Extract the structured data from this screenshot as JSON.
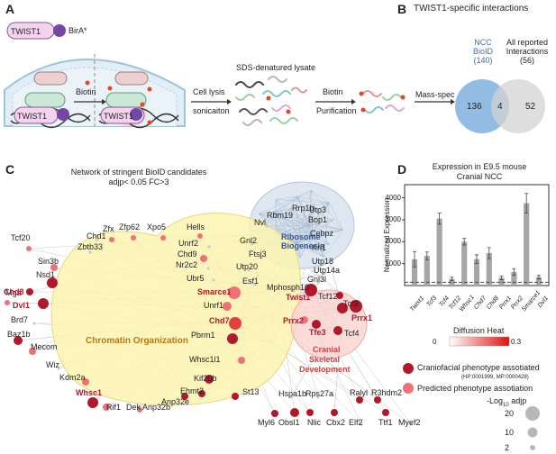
{
  "colors": {
    "cranio": "#b0182b",
    "predicted": "#f07078",
    "chromatin_hull": "#fbf3b0",
    "skeletal_hull": "#f9d3d0",
    "ribosome_hull": "#dfe8f2",
    "venn_blue": "#7fb0de",
    "venn_grey": "#d7d7d7",
    "bar": "#a6a6a6",
    "threshold": "#9b2b2b"
  },
  "panelA": {
    "letter": "A",
    "protein": "TWIST1",
    "tag": "BirA*",
    "biotin": "Biotin",
    "step1a": "Cell lysis",
    "step1b": "sonicaiton",
    "lysate": "SDS-denatured lysate",
    "step2a": "Biotin",
    "step2b": "Purification",
    "step3": "Mass-spec"
  },
  "panelB": {
    "letter": "B",
    "title": "TWIST1-specific interactions",
    "left_label": [
      "NCC",
      "BioID",
      "(140)"
    ],
    "right_label": [
      "All reported",
      "Interactions",
      "(56)"
    ],
    "left_only": "136",
    "overlap": "4",
    "right_only": "52"
  },
  "panelC": {
    "letter": "C",
    "title1": "Network of stringent BioID candidates",
    "title2": "adjp< 0.05 FC>3",
    "cluster_chromatin": "Chromatin Organization",
    "cluster_ribosome1": "Ribosome",
    "cluster_ribosome2": "Biogenesis",
    "cluster_skeletal1": "Cranial",
    "cluster_skeletal2": "Skeletal",
    "cluster_skeletal3": "Development",
    "nodes": [
      {
        "label": "Tcf20",
        "type": "plain"
      },
      {
        "label": "Chd1",
        "type": "plain"
      },
      {
        "label": "Zfx",
        "type": "plain"
      },
      {
        "label": "Zfp62",
        "type": "plain"
      },
      {
        "label": "Xpo5",
        "type": "plain"
      },
      {
        "label": "Hells",
        "type": "plain"
      },
      {
        "label": "Zbtb33",
        "type": "plain"
      },
      {
        "label": "Unrf2",
        "type": "plain"
      },
      {
        "label": "Sin3b",
        "type": "plain"
      },
      {
        "label": "Chd9",
        "type": "plain"
      },
      {
        "label": "Nsd1",
        "type": "plain"
      },
      {
        "label": "Nr2c2",
        "type": "plain"
      },
      {
        "label": "Ubr5",
        "type": "plain"
      },
      {
        "label": "Mga",
        "type": "plain"
      },
      {
        "label": "Chd8",
        "type": "cranio"
      },
      {
        "label": "Dvl1",
        "type": "cranio"
      },
      {
        "label": "Smarce1",
        "type": "cranio"
      },
      {
        "label": "Brd7",
        "type": "plain"
      },
      {
        "label": "Unrf1",
        "type": "plain"
      },
      {
        "label": "Chd7",
        "type": "cranio"
      },
      {
        "label": "Baz1b",
        "type": "plain"
      },
      {
        "label": "Mecom",
        "type": "plain"
      },
      {
        "label": "Pbrm1",
        "type": "plain"
      },
      {
        "label": "Wiz",
        "type": "plain"
      },
      {
        "label": "Whsc1l1",
        "type": "plain"
      },
      {
        "label": "Kdm2a",
        "type": "plain"
      },
      {
        "label": "Kif20b",
        "type": "plain"
      },
      {
        "label": "Ehmt2",
        "type": "plain"
      },
      {
        "label": "Whsc1",
        "type": "cranio"
      },
      {
        "label": "Anp32e",
        "type": "plain"
      },
      {
        "label": "Rif1",
        "type": "plain"
      },
      {
        "label": "Dek",
        "type": "plain"
      },
      {
        "label": "Anp32b",
        "type": "plain"
      },
      {
        "label": "St13",
        "type": "plain"
      },
      {
        "label": "Hspa1b",
        "type": "plain"
      },
      {
        "label": "Rps27a",
        "type": "plain"
      },
      {
        "label": "Ralyl",
        "type": "plain"
      },
      {
        "label": "R3hdm2",
        "type": "plain"
      },
      {
        "label": "Myl6",
        "type": "plain"
      },
      {
        "label": "Obsl1",
        "type": "plain"
      },
      {
        "label": "Nlic",
        "type": "plain"
      },
      {
        "label": "Cbx2",
        "type": "plain"
      },
      {
        "label": "Elf2",
        "type": "plain"
      },
      {
        "label": "Ttf1",
        "type": "plain"
      },
      {
        "label": "Myef2",
        "type": "plain"
      },
      {
        "label": "Twist1",
        "type": "cranio"
      },
      {
        "label": "Tcf12",
        "type": "plain"
      },
      {
        "label": "Tcf3",
        "type": "plain"
      },
      {
        "label": "Prrx2",
        "type": "cranio"
      },
      {
        "label": "Prrx1",
        "type": "cranio"
      },
      {
        "label": "Tfe3",
        "type": "cranio"
      },
      {
        "label": "Tcf4",
        "type": "plain"
      },
      {
        "label": "Rrp1b",
        "type": "plain"
      },
      {
        "label": "Utp3",
        "type": "plain"
      },
      {
        "label": "Rbm19",
        "type": "plain"
      },
      {
        "label": "Bop1",
        "type": "plain"
      },
      {
        "label": "Nvl",
        "type": "plain"
      },
      {
        "label": "Cebpz",
        "type": "plain"
      },
      {
        "label": "Gnl2",
        "type": "plain"
      },
      {
        "label": "Kri1",
        "type": "plain"
      },
      {
        "label": "Ftsj3",
        "type": "plain"
      },
      {
        "label": "Utp18",
        "type": "plain"
      },
      {
        "label": "Utp20",
        "type": "plain"
      },
      {
        "label": "Utp14a",
        "type": "plain"
      },
      {
        "label": "Gnl3l",
        "type": "plain"
      },
      {
        "label": "Esf1",
        "type": "plain"
      },
      {
        "label": "Mphosph10",
        "type": "plain"
      }
    ]
  },
  "panelD": {
    "letter": "D",
    "title1": "Expression in E9.5 mouse",
    "title2": "Cranial NCC",
    "ylabel": "Normalized Expression"
  },
  "chart_data": {
    "type": "bar",
    "title": "Expression in E9.5 mouse Cranial NCC",
    "xlabel": "",
    "ylabel": "Normalized Expression",
    "categories": [
      "Twist1",
      "Tcf3",
      "Tcf4",
      "Tcf12",
      "Whsc1",
      "Chd7",
      "Chd8",
      "Prrx1",
      "Prrx2",
      "Smarce1",
      "Dvl1"
    ],
    "values": [
      1200,
      1350,
      3050,
      300,
      2000,
      1200,
      1480,
      350,
      620,
      3750,
      380
    ],
    "errors": [
      350,
      180,
      250,
      80,
      150,
      200,
      250,
      80,
      150,
      450,
      80
    ],
    "yticks": [
      "1000",
      "2000",
      "3000",
      "4000"
    ],
    "ylim": [
      0,
      4600
    ],
    "threshold": 150
  },
  "legend": {
    "heat_title": "Diffusion Heat",
    "heat_min": "0",
    "heat_max": "0.3",
    "cranio_label": "Craniofacial phenotype assotiated",
    "cranio_sub": "(HP:0001999, MP:0000428)",
    "predicted_label": "Predicted phenotype assotiation",
    "size_title": "-Log10 adjp",
    "size_values": [
      "20",
      "10",
      "2"
    ]
  }
}
